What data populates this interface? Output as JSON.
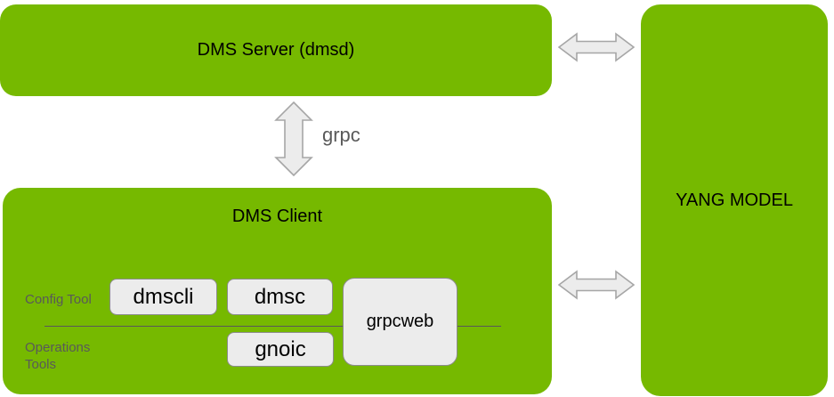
{
  "diagram": {
    "type": "block-architecture-diagram",
    "colors": {
      "node_green": "#76b900",
      "tool_box_fill": "#ececec",
      "tool_box_border": "#8c8c8c",
      "arrow_fill": "#ececec",
      "arrow_stroke": "#a6a6a6",
      "gray_label_text": "#595959",
      "node_text": "#000000",
      "background": "#ffffff"
    }
  },
  "nodes": {
    "server": {
      "label": "DMS Server (dmsd)"
    },
    "client": {
      "label": "DMS Client",
      "row_labels": {
        "config": "Config Tool",
        "operations": [
          "Operations",
          "Tools"
        ]
      },
      "tools": {
        "dmscli": {
          "label": "dmscli",
          "row": "config"
        },
        "dmsc": {
          "label": "dmsc",
          "row": "config"
        },
        "grpcweb": {
          "label": "grpcweb",
          "row": "spans both rows"
        },
        "gnoic": {
          "label": "gnoic",
          "row": "operations"
        }
      }
    },
    "yang": {
      "label": "YANG MODEL"
    }
  },
  "edges": [
    {
      "from": "DMS Server (dmsd)",
      "to": "DMS Client",
      "label": "grpc",
      "style": "double-headed-arrow"
    },
    {
      "from": "DMS Server (dmsd)",
      "to": "YANG MODEL",
      "label": "",
      "style": "double-headed-arrow"
    },
    {
      "from": "DMS Client",
      "to": "YANG MODEL",
      "label": "",
      "style": "double-headed-arrow"
    }
  ]
}
